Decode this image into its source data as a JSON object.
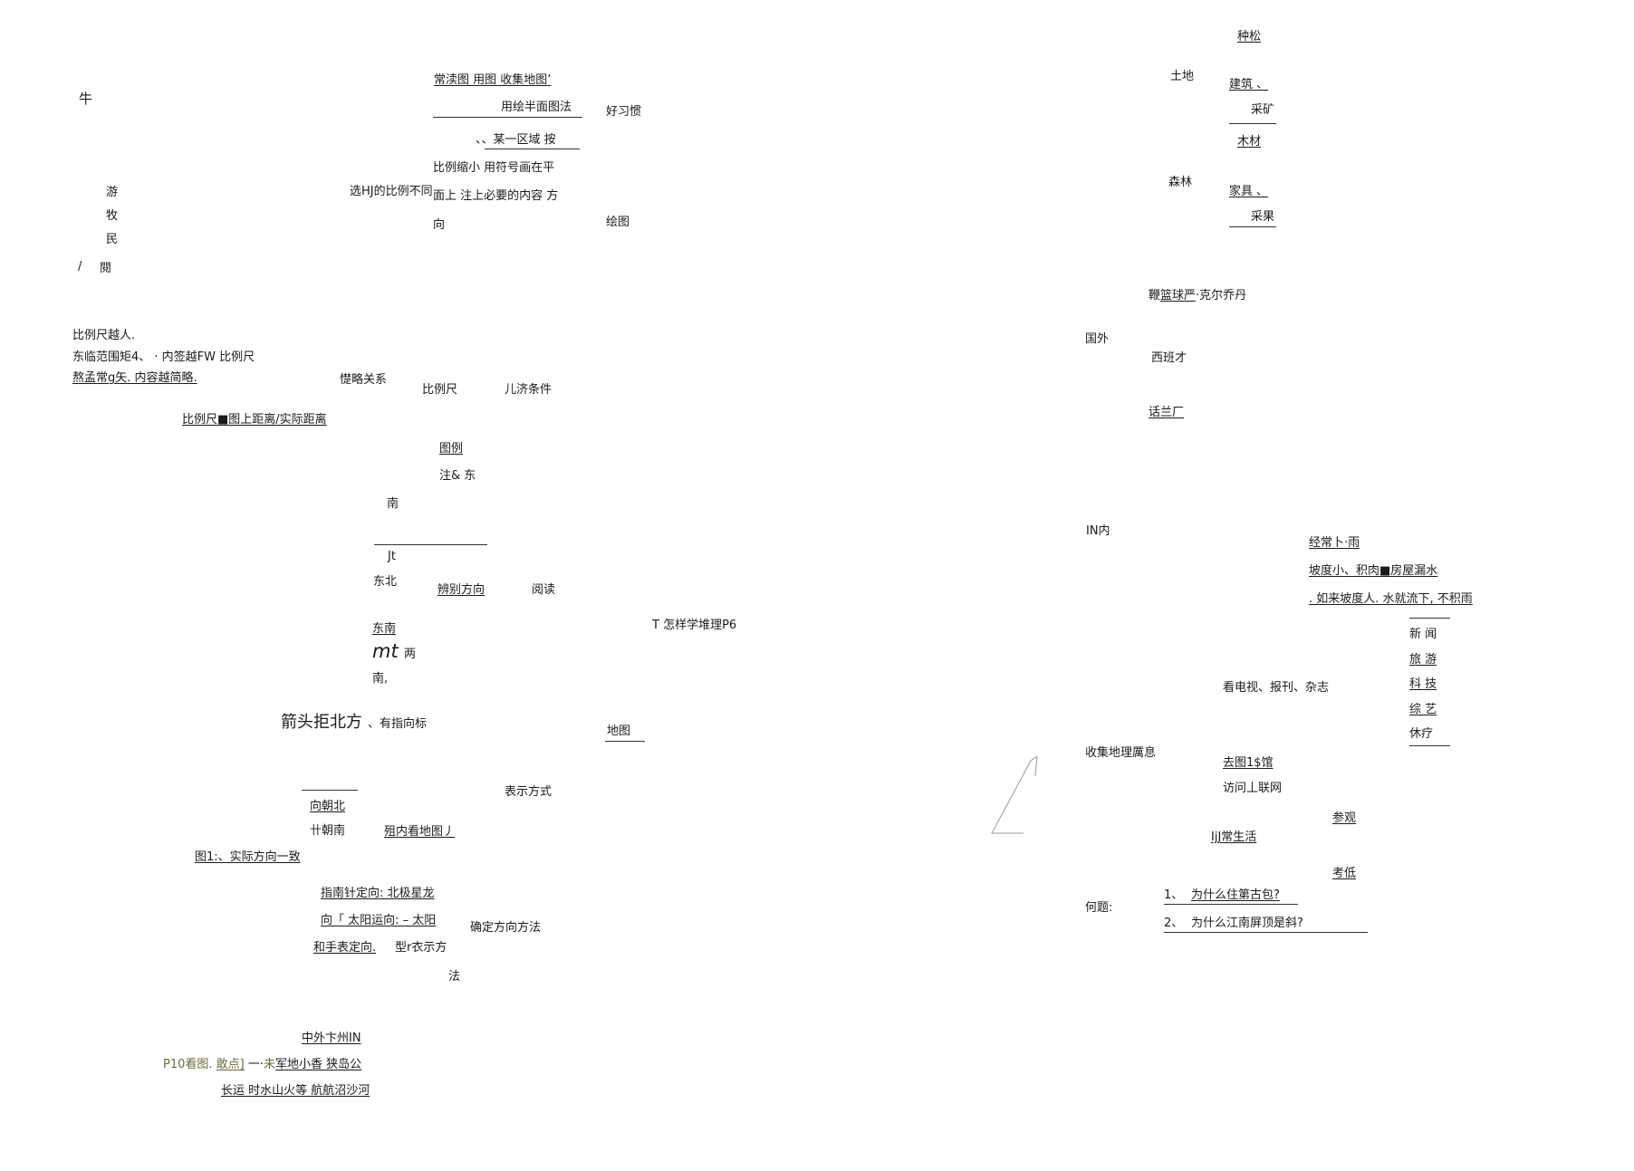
{
  "left": {
    "niu": "牛",
    "v1": "游",
    "v2": "牧",
    "v3": "民",
    "v4": "/",
    "v5": "閱",
    "hab_1": "常渎图  用图  收集地图’",
    "hab_2": "用绘半面图法",
    "hab_3": "、、某一区域  按",
    "hab_4": "比例缩小  用符号画在平",
    "hab_5": "面上  注上必要的内容  方",
    "hab_6": "向",
    "good_habit": "好习惯",
    "draw": "绘图",
    "choose_scale": "选HJ的比例不同",
    "scale_big": "比例尺越人.",
    "scale_range": "东临范围矩4、  · 内签越FW  比例尺",
    "scale_detail": "熬孟常g矢. 内容越简略.",
    "relation": "憷略关系",
    "scale": "比例尺",
    "conditions": "儿济条件",
    "formula": "比例尺■图上距离/实际距离",
    "legend": "图例",
    "note_east": "注&  东",
    "south": "南",
    "jt": "Jt",
    "northeast": "东北",
    "identify_dir": "辨别方向",
    "read": "阅读",
    "southeast": "东南",
    "mt": "mt",
    "two": "两",
    "south2": "南,",
    "how_learn": "T 怎样学堆理P6",
    "arrow_north": "箭头拒北方",
    "compass": "、有指向标",
    "map": "地图",
    "represent": "表示方式",
    "face_north": "向朝北",
    "face_south": "卄朝南",
    "group_view": "殂内看地图丿",
    "fig_dir": "图1:、实际方向一致",
    "methods_1": "指南针定向:    北极星龙",
    "methods_2": "向「  太阳运向: –  太阳",
    "methods_3": "和手表定向.",
    "methods_3b": "型r衣示方",
    "methods_4": "法",
    "confirm_dir": "确定方向方法",
    "china_world": "中外卞州IN",
    "p10": "P10看图.",
    "p10_dian": "敢点]",
    "p10_dash": "一·",
    "p10_wei": "未",
    "p10_rest": "军地小香  狭岛公",
    "long_run": "长运  时水山火等  航航沼沙河"
  },
  "right": {
    "pine": "种松",
    "land": "土地",
    "build": "建筑  、",
    "mine": "采矿",
    "wood": "木材",
    "forest": "森林",
    "furniture": "家具  、",
    "fruit": "采果",
    "basketball_pre": "鞭",
    "basketball_mid": "篮球严",
    "basketball_post": "·克尔乔丹",
    "abroad": "国外",
    "spain": "西班才",
    "holland": "话兰厂",
    "domestic": "IN内",
    "rain": "经常卜·雨",
    "slope_small": "坡度小、积肉■房屋漏水",
    "slope_big": ". 如来坡度人. 水就流下,  不积雨",
    "news": "新    闻",
    "travel": "旅    游",
    "science": "科    技",
    "variety": "综    艺",
    "health": "休疗",
    "media": "看电视、报刊、杂志",
    "collect": "收集地理厲息",
    "library": "去图1$馆",
    "internet": "访问丄联网",
    "visit": "参观",
    "daily_life": "IjJ常生活",
    "think": "考低",
    "question": "何题:",
    "q1_num": "1、",
    "q1": "为什么住第古包?",
    "q2_num": "2、",
    "q2": "为什么江南屏顶是斜?"
  }
}
